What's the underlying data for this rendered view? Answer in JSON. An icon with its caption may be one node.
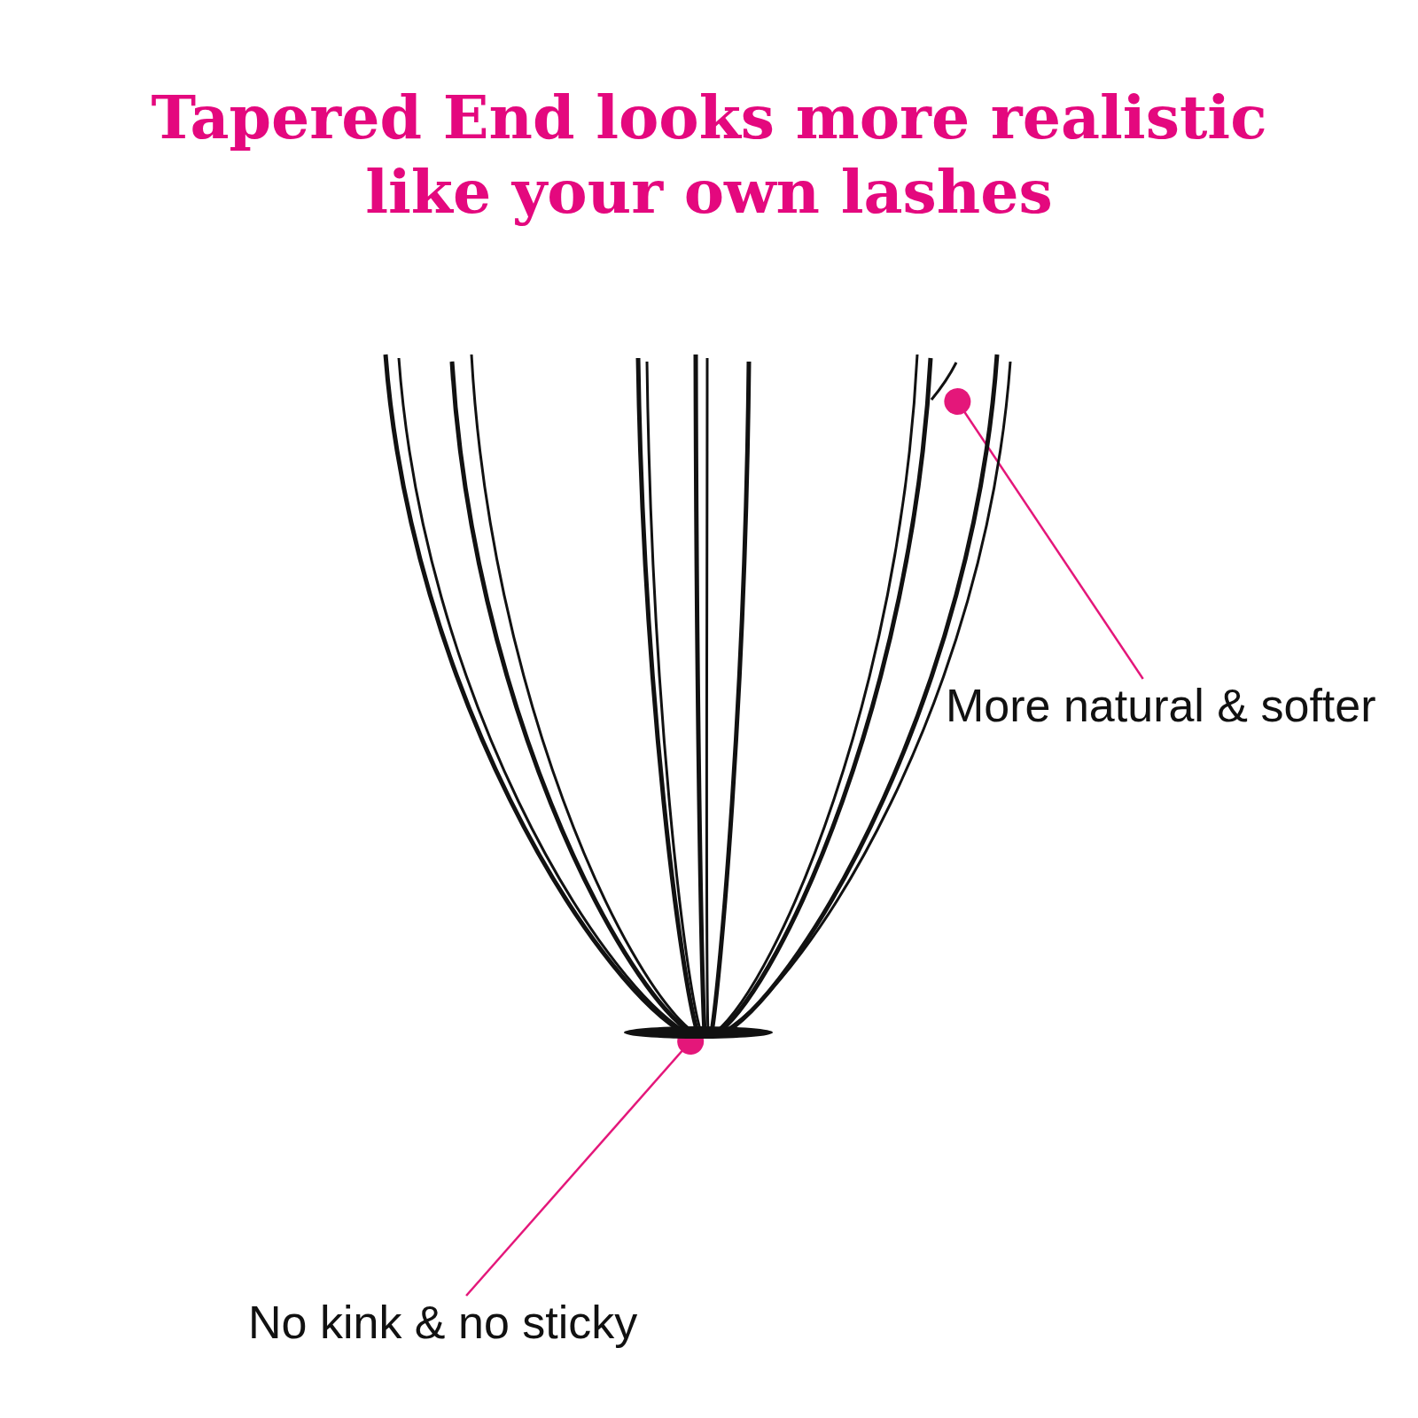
{
  "diagram": {
    "title": "Tapered End looks more realistic like your own lashes",
    "nodes": [
      {
        "text": [],
        "shape": "picture"
      },
      {
        "text": [],
        "shape": "picture",
        "in": 0
      },
      {
        "text": [],
        "shape": "bar",
        "in": 0
      },
      {
        "text": [
          "More natural & softer"
        ]
      },
      {
        "text": [
          "No kink & no sticky"
        ]
      }
    ],
    "edges": [
      {
        "from": 3,
        "to": 1,
        "arrow": "other",
        "color": "#e4177a"
      },
      {
        "from": 4,
        "to": 2,
        "arrow": "other",
        "color": "#e4177a"
      }
    ]
  }
}
